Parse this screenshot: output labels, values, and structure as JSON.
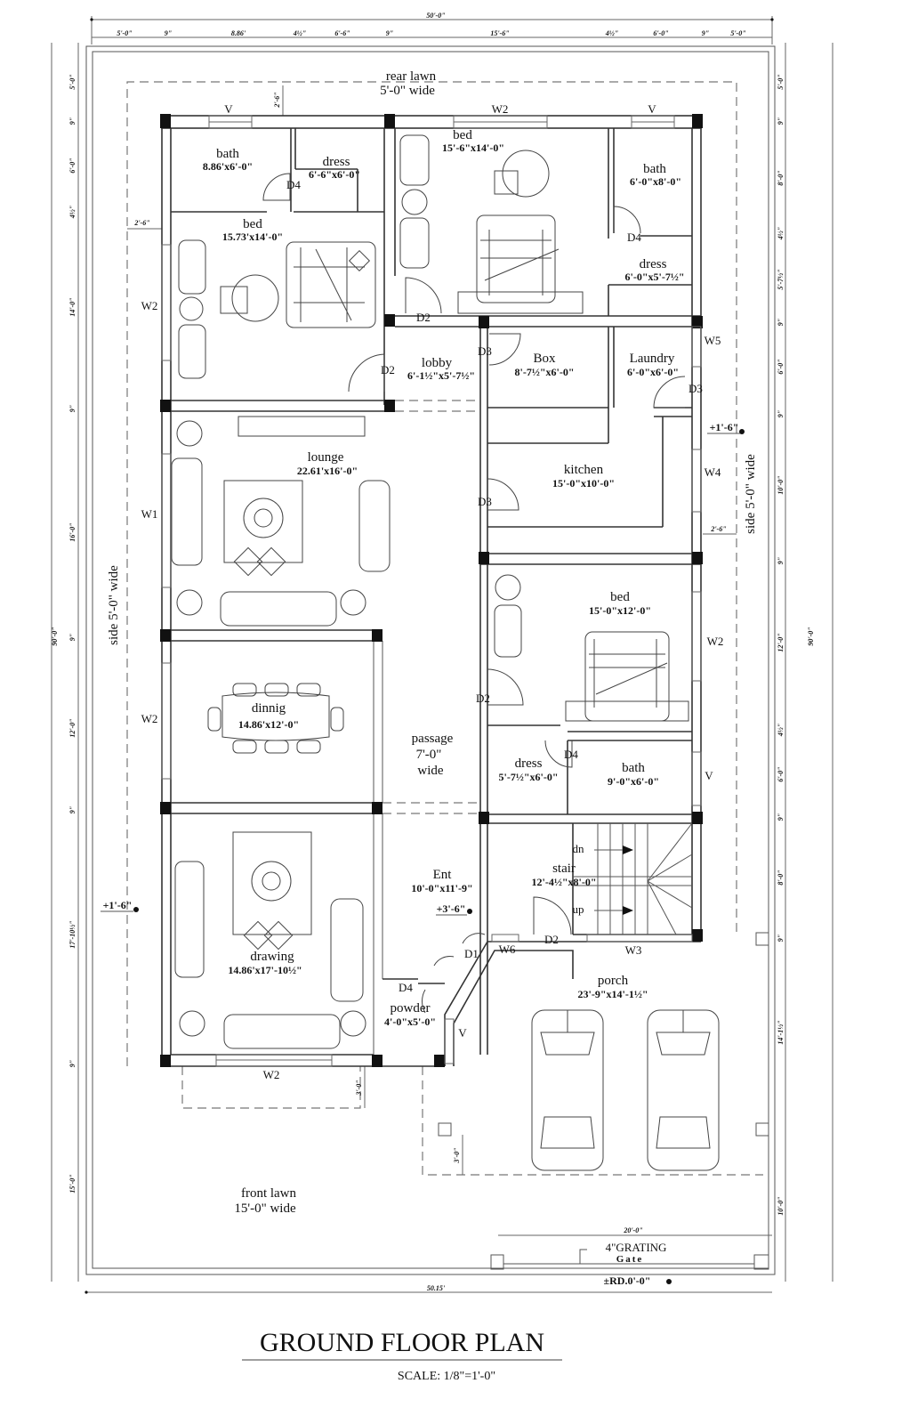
{
  "title": "GROUND FLOOR PLAN",
  "scale": "SCALE: 1/8\"=1'-0\"",
  "dimensions": {
    "top_total": "50'-0\"",
    "top_segments": [
      "5'-0\"",
      "9\"",
      "8.86'",
      "4½\"",
      "6'-6\"",
      "9\"",
      "15'-6\"",
      "4½\"",
      "6'-0\"",
      "9\"",
      "5'-0\""
    ],
    "bottom_total": "50.15'",
    "gate_width": "20'-0\"",
    "left_total": "90'-0\"",
    "left_segments": [
      "5'-0\"",
      "9\"",
      "6'-0\"",
      "4½\"",
      "14'-0\"",
      "9\"",
      "16'-0\"",
      "9\"",
      "12'-0\"",
      "9\"",
      "17'-10½\"",
      "9\"",
      "15'-0\""
    ],
    "right_total": "90'-0\"",
    "right_segments": [
      "5'-0\"",
      "9\"",
      "8'-0\"",
      "4½\"",
      "5'-7½\"",
      "9\"",
      "6'-0\"",
      "9\"",
      "10'-0\"",
      "9\"",
      "12'-0\"",
      "4½\"",
      "6'-0\"",
      "9\"",
      "8'-0\"",
      "9\"",
      "14'-1½\"",
      "10'-0\""
    ],
    "rear_offset": "2'-6\"",
    "left_side_offset": "2'-6\"",
    "right_side_offset": "2'-6\"",
    "front_offset": "3'-0\"",
    "porch_offset": "3'-0\""
  },
  "zones": {
    "rear_lawn": {
      "name": "rear lawn",
      "size": "5'-0\" wide"
    },
    "side_left": "side 5'-0\" wide",
    "side_right": "side 5'-0\" wide",
    "front_lawn": {
      "name": "front lawn",
      "size": "15'-0\" wide"
    },
    "passage": {
      "name": "passage",
      "size": "7'-0\"",
      "extra": "wide"
    }
  },
  "rooms": [
    {
      "name": "bath",
      "size": "8.86'x6'-0\""
    },
    {
      "name": "dress",
      "size": "6'-6\"x6'-0\""
    },
    {
      "name": "bed",
      "size": "15.73'x14'-0\""
    },
    {
      "name": "bed",
      "size": "15'-6\"x14'-0\""
    },
    {
      "name": "bath",
      "size": "6'-0\"x8'-0\""
    },
    {
      "name": "dress",
      "size": "6'-0\"x5'-7½\""
    },
    {
      "name": "lobby",
      "size": "6'-1½\"x5'-7½\""
    },
    {
      "name": "Box",
      "size": "8'-7½\"x6'-0\""
    },
    {
      "name": "Laundry",
      "size": "6'-0\"x6'-0\""
    },
    {
      "name": "lounge",
      "size": "22.61'x16'-0\""
    },
    {
      "name": "kitchen",
      "size": "15'-0\"x10'-0\""
    },
    {
      "name": "bed",
      "size": "15'-0\"x12'-0\""
    },
    {
      "name": "dinnig",
      "size": "14.86'x12'-0\""
    },
    {
      "name": "dress",
      "size": "5'-7½\"x6'-0\""
    },
    {
      "name": "bath",
      "size": "9'-0\"x6'-0\""
    },
    {
      "name": "Ent",
      "size": "10'-0\"x11'-9\""
    },
    {
      "name": "stair",
      "size": "12'-4½\"x8'-0\""
    },
    {
      "name": "drawing",
      "size": "14.86'x17'-10½\""
    },
    {
      "name": "powder",
      "size": "4'-0\"x5'-0\""
    },
    {
      "name": "porch",
      "size": "23'-9\"x14'-1½\""
    }
  ],
  "openings": {
    "windows": [
      "V",
      "W2",
      "V",
      "W2",
      "W5",
      "W1",
      "W4",
      "W2",
      "W2",
      "V",
      "W6",
      "W3",
      "V",
      "W2"
    ],
    "doors": [
      "D4",
      "D4",
      "D2",
      "D2",
      "D3",
      "D3",
      "D3",
      "D2",
      "D4",
      "D2",
      "D1",
      "D4"
    ]
  },
  "stair_labels": {
    "down": "dn",
    "up": "up"
  },
  "levels": {
    "kitchen_side": "+1'-6\"",
    "drawing_side": "+1'-6\"",
    "entrance": "+3'-6\"",
    "road": "±RD.0'-0\""
  },
  "gate": {
    "grating": "4\"GRATING",
    "gate": "Gate"
  }
}
